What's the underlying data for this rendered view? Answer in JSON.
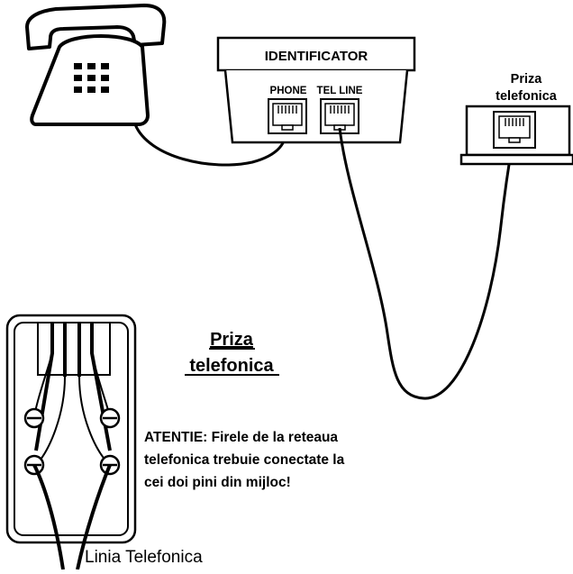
{
  "identifier_box": {
    "title": "IDENTIFICATOR",
    "port_phone_label": "PHONE",
    "port_line_label": "TEL LINE"
  },
  "wall_socket_top": {
    "label_line1": "Priza",
    "label_line2": "telefonica"
  },
  "socket_detail": {
    "title_line1": "Priza",
    "title_line2": "telefonica"
  },
  "warning": {
    "line1": "ATENTIE: Firele de la reteaua",
    "line2": "telefonica trebuie conectate la",
    "line3": "cei doi pini din mijloc!"
  },
  "line_label": "Linia Telefonica",
  "icons": {
    "telephone": "telephone-icon",
    "rj11_jack": "rj11-jack-icon"
  }
}
